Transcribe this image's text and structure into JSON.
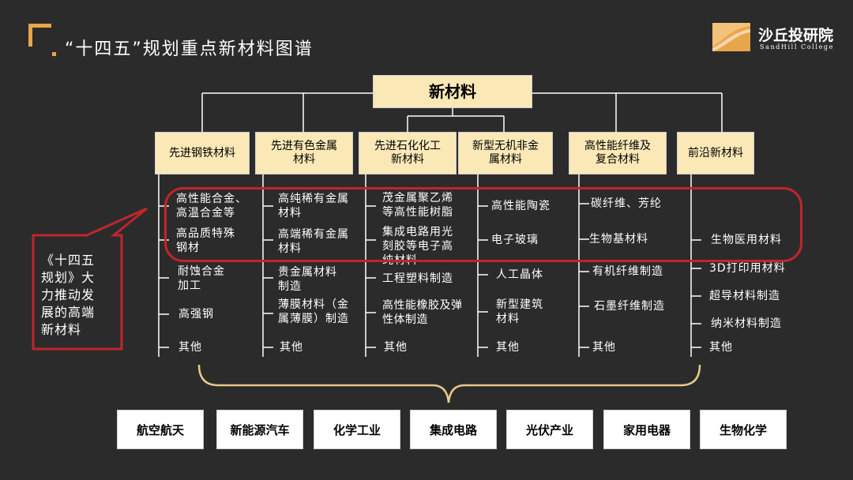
{
  "header": {
    "title": "“十四五”规划重点新材料图谱",
    "logo_cn": "沙丘投研院",
    "logo_en": "SandHill College"
  },
  "root": "新材料",
  "categories": [
    {
      "label": "先进钢铁材料",
      "items": [
        "高性能合金、\n高温合金等",
        "高品质特殊\n钢材",
        "耐蚀合金\n加工",
        "高强钢",
        "其他"
      ]
    },
    {
      "label": "先进有色金属\n材料",
      "items": [
        "高纯稀有金属\n材料",
        "高端稀有金属\n材料",
        "贵金属材料\n制造",
        "薄膜材料（金\n属薄膜）制造",
        "其他"
      ]
    },
    {
      "label": "先进石化化工\n新材料",
      "items": [
        "茂金属聚乙烯\n等高性能树脂",
        "集成电路用光\n刻胶等电子高\n纯材料",
        "工程塑料制造",
        "高性能橡胶及弹\n性体制造",
        "其他"
      ]
    },
    {
      "label": "新型无机非金\n属材料",
      "items": [
        "高性能陶瓷",
        "电子玻璃",
        "人工晶体",
        "新型建筑\n材料",
        "其他"
      ]
    },
    {
      "label": "高性能纤维及\n复合材料",
      "items": [
        "碳纤维、芳纶",
        "生物基材料",
        "有机纤维制造",
        "石墨纤维制造",
        "其他"
      ]
    },
    {
      "label": "前沿新材料",
      "items": [
        "生物医用材料",
        "3D打印用材料",
        "超导材料制造",
        "纳米材料制造",
        "其他"
      ]
    }
  ],
  "callout": "《十四五\n规划》大\n力推动发\n展的高端\n新材料",
  "applications": [
    "航空航天",
    "新能源汽车",
    "化学工业",
    "集成电路",
    "光伏产业",
    "家用电器",
    "生物化学"
  ],
  "colors": {
    "accent": "#e8a54a",
    "box_fill": "#fbe8b7",
    "highlight": "#c0252b",
    "background": "#2b2b2b"
  }
}
